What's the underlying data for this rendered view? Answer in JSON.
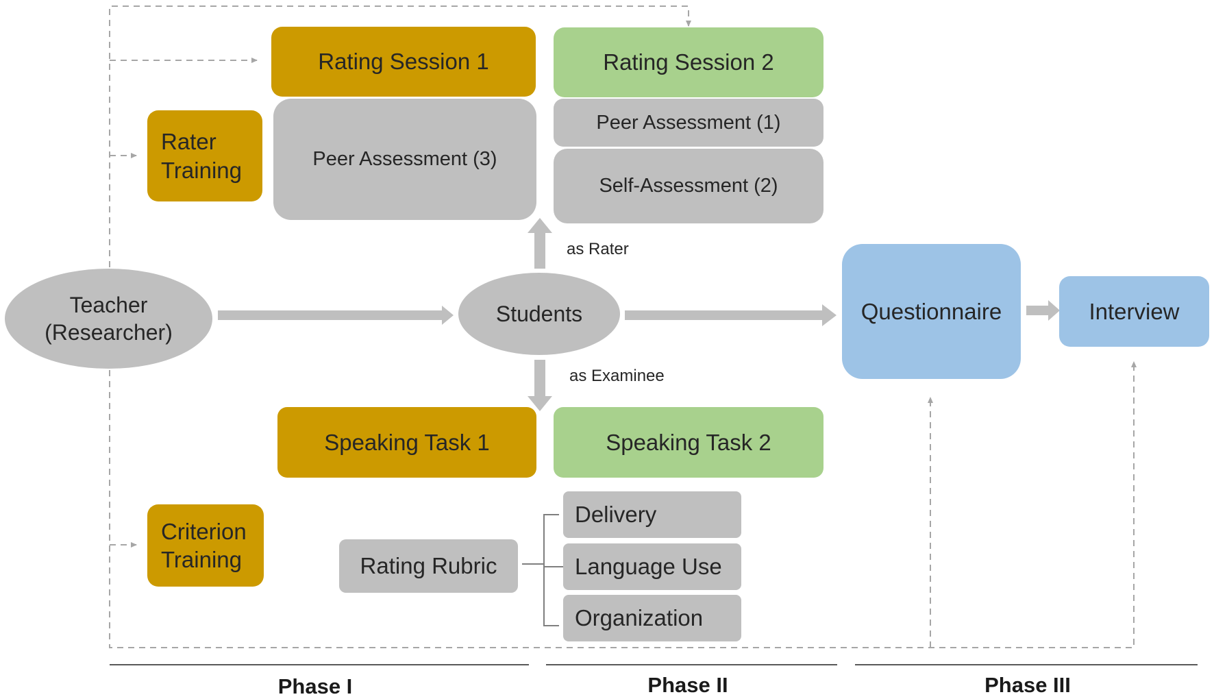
{
  "colors": {
    "phase1": "#cc9a00",
    "phase2": "#a8d18d",
    "phase3": "#9dc3e6",
    "neutral": "#bfbfbf",
    "arrow": "#bfbfbf",
    "dashed": "#a6a6a6",
    "line": "#595959"
  },
  "nodes": {
    "rating_session_1": "Rating Session 1",
    "rating_session_2": "Rating Session 2",
    "peer_assessment_3": "Peer Assessment (3)",
    "peer_assessment_1": "Peer Assessment (1)",
    "self_assessment_2": "Self-Assessment (2)",
    "rater_training": "Rater\nTraining",
    "teacher": "Teacher\n(Researcher)",
    "students": "Students",
    "questionnaire": "Questionnaire",
    "interview": "Interview",
    "speaking_task_1": "Speaking Task 1",
    "speaking_task_2": "Speaking Task 2",
    "criterion_training": "Criterion\nTraining",
    "rating_rubric": "Rating Rubric",
    "delivery": "Delivery",
    "language_use": "Language Use",
    "organization": "Organization"
  },
  "edge_labels": {
    "as_rater": "as Rater",
    "as_examinee": "as Examinee"
  },
  "phases": {
    "phase_1": "Phase I",
    "phase_2": "Phase II",
    "phase_3": "Phase III"
  }
}
